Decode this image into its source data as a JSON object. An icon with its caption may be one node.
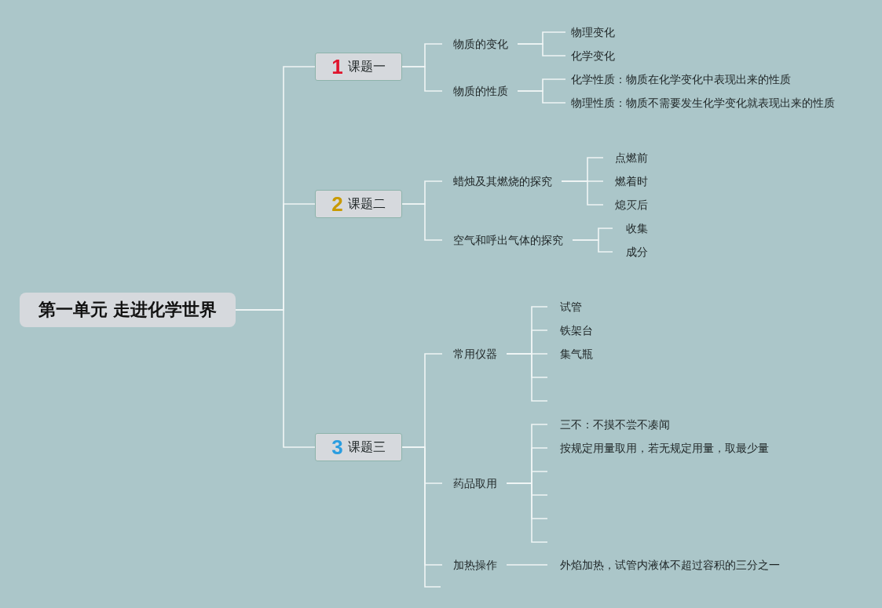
{
  "diagram": {
    "nodes": [
      {
        "text": [
          "第一单元 走进化学世界"
        ]
      },
      {
        "text": [
          "1",
          "课题一"
        ]
      },
      {
        "text": [
          "2",
          "课题二"
        ]
      },
      {
        "text": [
          "3",
          "课题三"
        ]
      },
      {
        "text": [
          "物质的变化"
        ]
      },
      {
        "text": [
          "物理变化"
        ]
      },
      {
        "text": [
          "化学变化"
        ]
      },
      {
        "text": [
          "物质的性质"
        ]
      },
      {
        "text": [
          "化学性质：物质在化学变化中表现出来的性质"
        ]
      },
      {
        "text": [
          "物理性质：物质不需要发生化学变化就表现出来的性质"
        ]
      },
      {
        "text": [
          "蜡烛及其燃烧的探究"
        ]
      },
      {
        "text": [
          "点燃前"
        ]
      },
      {
        "text": [
          "燃着时"
        ]
      },
      {
        "text": [
          "熄灭后"
        ]
      },
      {
        "text": [
          "空气和呼出气体的探究"
        ]
      },
      {
        "text": [
          "收集"
        ]
      },
      {
        "text": [
          "成分"
        ]
      },
      {
        "text": [
          "常用仪器"
        ]
      },
      {
        "text": [
          "试管"
        ]
      },
      {
        "text": [
          "铁架台"
        ]
      },
      {
        "text": [
          "集气瓶"
        ]
      },
      {
        "text": [
          "药品取用"
        ]
      },
      {
        "text": [
          "三不：不摸不尝不凑闻"
        ]
      },
      {
        "text": [
          "按规定用量取用，若无规定用量，取最少量"
        ]
      },
      {
        "text": [
          "加热操作"
        ]
      },
      {
        "text": [
          "外焰加热，试管内液体不超过容积的三分之一"
        ]
      }
    ],
    "edges": [
      {
        "from": 0,
        "to": 1,
        "arrow": "none"
      },
      {
        "from": 0,
        "to": 2,
        "arrow": "none"
      },
      {
        "from": 0,
        "to": 3,
        "arrow": "none"
      },
      {
        "from": 1,
        "to": 4,
        "arrow": "none"
      },
      {
        "from": 4,
        "to": 5,
        "arrow": "none"
      },
      {
        "from": 4,
        "to": 6,
        "arrow": "none"
      },
      {
        "from": 1,
        "to": 7,
        "arrow": "none"
      },
      {
        "from": 7,
        "to": 8,
        "arrow": "none"
      },
      {
        "from": 7,
        "to": 9,
        "arrow": "none"
      },
      {
        "from": 2,
        "to": 10,
        "arrow": "none"
      },
      {
        "from": 10,
        "to": 11,
        "arrow": "none"
      },
      {
        "from": 10,
        "to": 12,
        "arrow": "none"
      },
      {
        "from": 10,
        "to": 13,
        "arrow": "none"
      },
      {
        "from": 2,
        "to": 14,
        "arrow": "none"
      },
      {
        "from": 14,
        "to": 15,
        "arrow": "none"
      },
      {
        "from": 14,
        "to": 16,
        "arrow": "none"
      },
      {
        "from": 3,
        "to": 17,
        "arrow": "none"
      },
      {
        "from": 17,
        "to": 18,
        "arrow": "none"
      },
      {
        "from": 17,
        "to": 19,
        "arrow": "none"
      },
      {
        "from": 17,
        "to": 20,
        "arrow": "none"
      },
      {
        "from": 17,
        "to": null,
        "arrow": "none"
      },
      {
        "from": 17,
        "to": null,
        "arrow": "none"
      },
      {
        "from": 3,
        "to": 21,
        "arrow": "none"
      },
      {
        "from": 21,
        "to": 22,
        "arrow": "none"
      },
      {
        "from": 21,
        "to": 23,
        "arrow": "none"
      },
      {
        "from": 21,
        "to": null,
        "arrow": "none"
      },
      {
        "from": 21,
        "to": null,
        "arrow": "none"
      },
      {
        "from": 21,
        "to": null,
        "arrow": "none"
      },
      {
        "from": 21,
        "to": null,
        "arrow": "none"
      },
      {
        "from": 3,
        "to": 24,
        "arrow": "none"
      },
      {
        "from": 24,
        "to": 25,
        "arrow": "none"
      },
      {
        "from": 3,
        "to": null,
        "arrow": "none"
      }
    ]
  }
}
